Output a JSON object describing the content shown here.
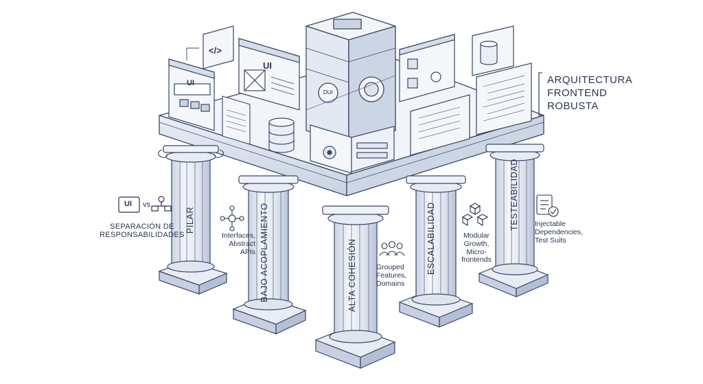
{
  "title": {
    "line1": "ARQUITECTURA",
    "line2": "FRONTEND",
    "line3": "ROBUSTA"
  },
  "separation": {
    "ui_badge": "UI",
    "vs": "vs",
    "line1": "SEPARACIÓN DE",
    "line2": "RESPONSABILIDADES"
  },
  "pillars": [
    {
      "name": "PILAR"
    },
    {
      "name": "BAJO ACOPLAMIENTO",
      "desc": [
        "Interfaces,",
        "Abstract",
        "APIs"
      ]
    },
    {
      "name": "ALTA COHESIÓN",
      "desc": [
        "Grouped",
        "Features,",
        "Domains"
      ]
    },
    {
      "name": "ESCALABILIDAD",
      "desc": [
        "Modular",
        "Growth,",
        "Micro-",
        "frontends"
      ]
    },
    {
      "name": "TESTEABILIDAD",
      "desc": [
        "Injectable",
        "Dependencies,",
        "Test Suits"
      ]
    }
  ],
  "panels": {
    "ui_label_1": "UI",
    "ui_label_2": "UI",
    "code_tag": "</>",
    "cube_tag": "DUI"
  },
  "icons": [
    "ui-window-icon",
    "hierarchy-icon",
    "network-node-icon",
    "people-group-icon",
    "cubes-icon",
    "checklist-icon",
    "database-icon",
    "code-icon",
    "gear-icon"
  ],
  "colors": {
    "ink": "#26314d",
    "line": "#3a4766",
    "fill_light": "#eef2f8",
    "fill_mid": "#d9e1ee",
    "fill_dark": "#b9c6da"
  }
}
